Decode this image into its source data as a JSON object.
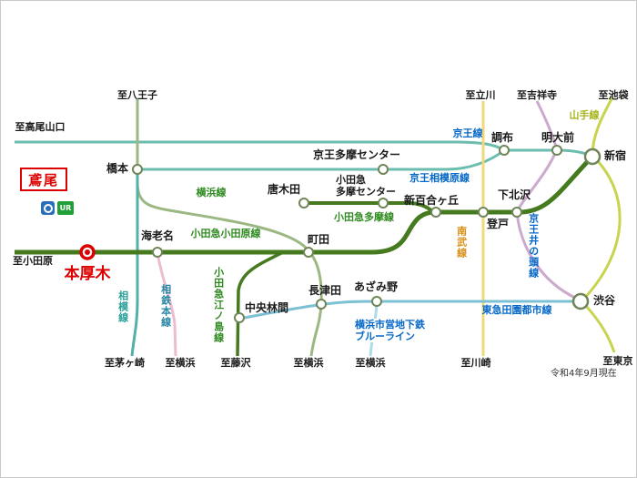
{
  "map": {
    "note": "令和4年9月現在",
    "highlight": {
      "tobio": "鳶尾",
      "honatsugi": "本厚木"
    },
    "logos": {
      "ur": "UR"
    },
    "stations": {
      "hashimoto": "橋本",
      "chofu": "調布",
      "meidaimae": "明大前",
      "shinjuku": "新宿",
      "keio_tama_center": "京王多摩センター",
      "karakida": "唐木田",
      "odakyu_tama_center_1": "小田急",
      "odakyu_tama_center_2": "多摩センター",
      "shin_yurigaoka": "新百合ヶ丘",
      "shimokitazawa": "下北沢",
      "noborito": "登戸",
      "ebina": "海老名",
      "machida": "町田",
      "chuo_rinkan": "中央林間",
      "nagatsuta": "長津田",
      "azamino": "あざみ野",
      "shibuya": "渋谷"
    },
    "lines": {
      "keio": "京王線",
      "keio_sagamihara": "京王相模原線",
      "yamanote": "山手線",
      "yokohama": "横浜線",
      "odakyu_tama": "小田急多摩線",
      "odakyu_odawara": "小田急小田原線",
      "keio_inokashira": "京王井の頭線",
      "nambu": "南武線",
      "sagami": "相模線",
      "sotetsu": "相鉄本線",
      "odakyu_enoshima": "小田急江ノ島線",
      "denentoshi": "東急田園都市線",
      "subway_1": "横浜市営地下鉄",
      "subway_2": "ブルーライン"
    },
    "directions": {
      "hachioji": "至八王子",
      "tachikawa": "至立川",
      "kichijoji": "至吉祥寺",
      "ikebukuro": "至池袋",
      "takaosanguchi": "至高尾山口",
      "odawara": "至小田原",
      "chigasaki": "至茅ヶ崎",
      "yokohama_a": "至横浜",
      "fujisawa": "至藤沢",
      "yokohama_b": "至横浜",
      "yokohama_c": "至横浜",
      "kawasaki": "至川崎",
      "tokyo": "至東京"
    },
    "colors": {
      "odakyu_green": "#467a1e",
      "yokohama_green": "#9cb882",
      "keio_teal": "#6cbcb0",
      "inokashira_pink": "#ccaacd",
      "yamanote_yellow_green": "#c8d44e",
      "nambu_yellow": "#f2d878",
      "sagami_teal": "#52b0a8",
      "sotetsu_pink": "#ecbcd0",
      "denentoshi_blue": "#7cc0d4",
      "subway_blue": "#aadcec",
      "label_blue": "#0568c8",
      "label_green": "#2e8a1e",
      "highlight_red": "#dd0000"
    }
  }
}
